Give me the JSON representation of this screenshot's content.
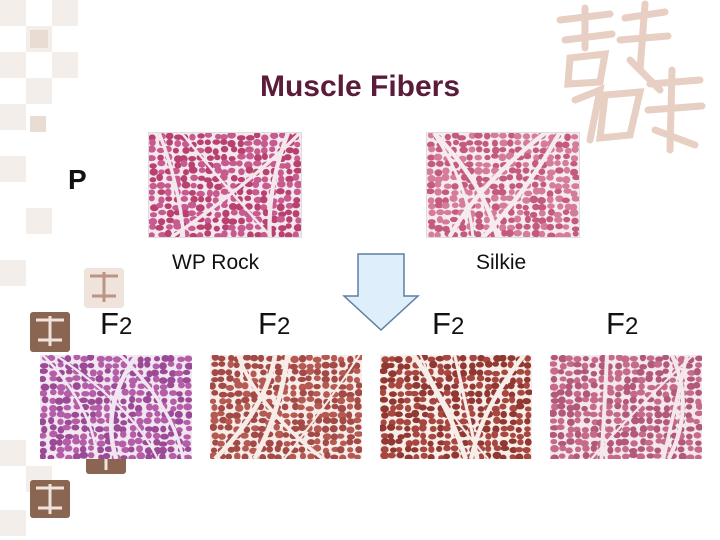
{
  "slide": {
    "title": "Muscle Fibers",
    "parent_label": "P",
    "breed_left": "WP Rock",
    "breed_right": "Silkie",
    "gen_letter": "F",
    "gen_number": "2"
  },
  "photos": [
    {
      "name": "parent-wp-rock-photo",
      "base": "#c75a8e",
      "fiber": "#b8416f",
      "gap": "#f4e8ee",
      "seed": 3
    },
    {
      "name": "parent-silkie-photo",
      "base": "#d57c9a",
      "fiber": "#c45a7e",
      "gap": "#f6ecef",
      "seed": 7
    },
    {
      "name": "f2-photo-1",
      "base": "#b45ea8",
      "fiber": "#9b4a95",
      "gap": "#f2e6f2",
      "seed": 11
    },
    {
      "name": "f2-photo-2",
      "base": "#b45a52",
      "fiber": "#a34a46",
      "gap": "#f7ece8",
      "seed": 17
    },
    {
      "name": "f2-photo-3",
      "base": "#a8473f",
      "fiber": "#923832",
      "gap": "#f7eee9",
      "seed": 23
    },
    {
      "name": "f2-photo-4",
      "base": "#c56b89",
      "fiber": "#b2587a",
      "gap": "#f4e8ec",
      "seed": 31
    }
  ],
  "colors": {
    "title": "#5b1b3a",
    "arrow_fill": "#dfeefb",
    "arrow_stroke": "#5d7fa3",
    "seal_dark": "#8a6552",
    "seal_light": "#efe3dc",
    "calligraphy": "#e7cfc3"
  },
  "icons": {
    "arrow": "down-arrow-icon",
    "seal": "chinese-seal-icon",
    "logo": "chinese-calligraphy-logo"
  }
}
